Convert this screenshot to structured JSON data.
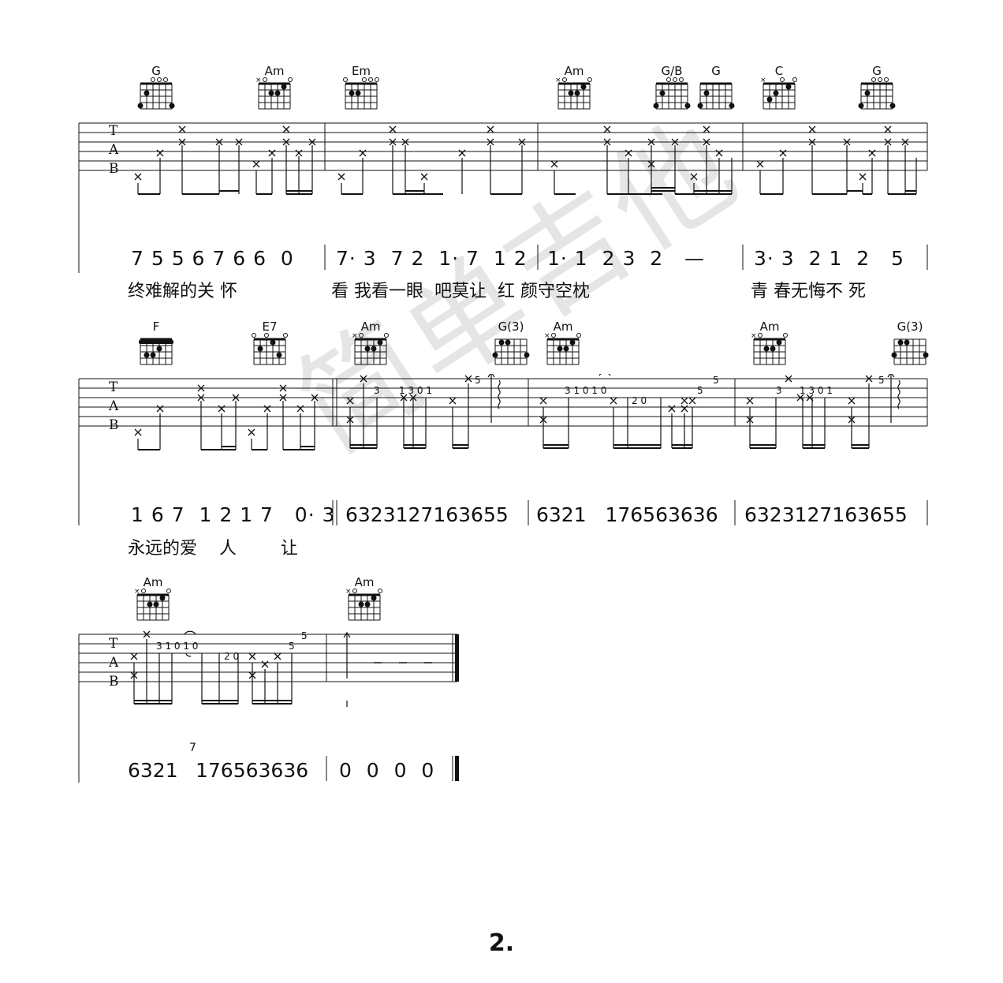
{
  "watermark": "简单吉他",
  "page_number": "2.",
  "tab_label": [
    "T",
    "A",
    "B"
  ],
  "systems": [
    {
      "chords": [
        "G",
        "Am",
        "Em",
        "Am",
        "G/B",
        "G",
        "C",
        "G"
      ],
      "jianpu": [
        "7 5 5 6 7 6 6  0",
        "7· 3  7 2  1· 7  1 2",
        "1· 1  2 3  2   —",
        "3· 3  2 1  2   5"
      ],
      "lyrics": [
        "终难解的关 怀",
        "看 我看一眼  吧莫让  红 颜守空枕",
        "青 春无悔不 死"
      ]
    },
    {
      "chords": [
        "F",
        "E7",
        "Am",
        "G(3)",
        "Am",
        "Am",
        "G(3)"
      ],
      "jianpu": [
        "1 6 7  1 2 1 7   0· 3",
        "6323127163655",
        "6321   176563636",
        "6323127163655"
      ],
      "lyrics": [
        "永远的爱    人        让"
      ],
      "tab_numbers": [
        "3",
        "1 3 0 1",
        "5",
        "3 1 0 1 0",
        "2 0",
        "5",
        "5",
        "3",
        "1 3 0 1",
        "5"
      ]
    },
    {
      "chords": [
        "Am",
        "Am"
      ],
      "jianpu": [
        "6321",
        "176563636",
        "0  0  0  0"
      ],
      "tab_numbers": [
        "3 1 0 1 0",
        "2 0",
        "5",
        "5"
      ],
      "grace": "7"
    }
  ]
}
